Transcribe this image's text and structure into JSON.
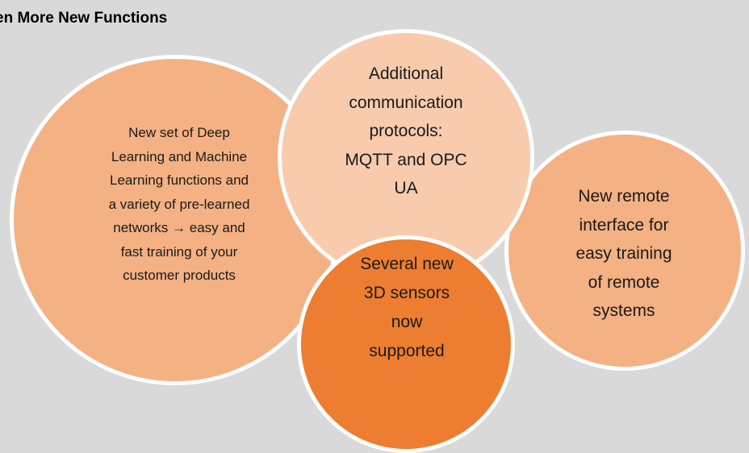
{
  "title": "en More New Functions",
  "bubbles": {
    "left": {
      "lines": [
        "New set of Deep",
        "Learning and Machine",
        "Learning functions and",
        "a variety of pre-learned",
        "networks → easy and",
        "fast training of your",
        "customer products"
      ]
    },
    "top": {
      "lines": [
        "Additional",
        "communication",
        "protocols:",
        "MQTT and OPC",
        "UA"
      ]
    },
    "right": {
      "lines": [
        "New remote",
        "interface for",
        "easy training",
        "of remote",
        "systems"
      ]
    },
    "bottom": {
      "lines": [
        "Several new",
        "3D sensors",
        "now",
        "supported"
      ]
    }
  },
  "colors": {
    "background": "#d9d9d9",
    "light_orange": "#f4b183",
    "pale_orange": "#f8cbad",
    "strong_orange": "#ed7d31",
    "border": "#ffffff"
  }
}
